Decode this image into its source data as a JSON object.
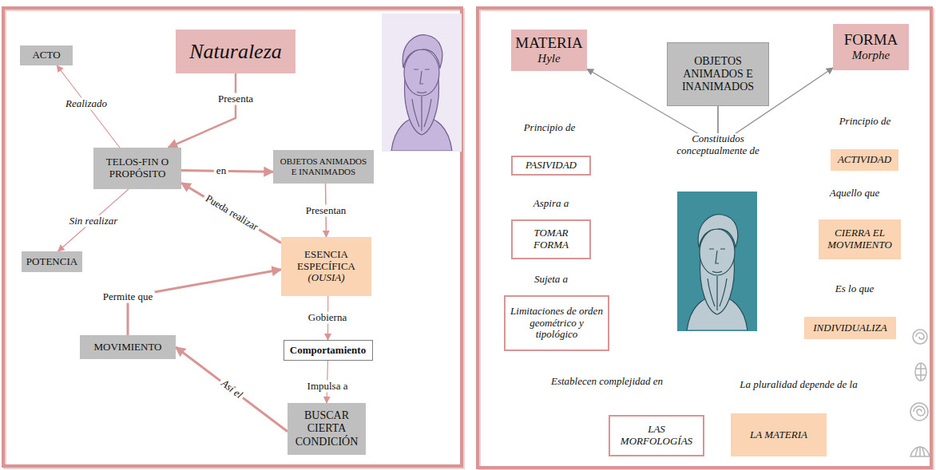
{
  "diagram": {
    "nodes": [
      {
        "text": [
          "Naturaleza"
        ]
      },
      {
        "text": [
          "ACTO"
        ]
      },
      {
        "text": [
          "TELOS-FIN O PROPÓSITO"
        ]
      },
      {
        "text": [
          "OBJETOS ANIMADOS E INANIMADOS"
        ]
      },
      {
        "text": [
          "ESENCIA ESPECÍFICA",
          "(OUSIA)"
        ]
      },
      {
        "text": [
          "POTENCIA"
        ]
      },
      {
        "text": [
          "Comportamiento"
        ]
      },
      {
        "text": [
          "MOVIMIENTO"
        ]
      },
      {
        "text": [
          "BUSCAR CIERTA CONDICIÓN"
        ]
      },
      {
        "text": [
          "MATERIA",
          "Hyle"
        ]
      },
      {
        "text": [
          "OBJETOS ANIMADOS E INANIMADOS"
        ]
      },
      {
        "text": [
          "FORMA",
          "Morphe"
        ]
      },
      {
        "text": [
          "PASIVIDAD"
        ]
      },
      {
        "text": [
          "TOMAR FORMA"
        ]
      },
      {
        "text": [
          "Limitaciones de orden geométrico y tipológico"
        ]
      },
      {
        "text": [
          "LAS MORFOLOGÍAS"
        ]
      },
      {
        "text": [
          "ACTIVIDAD"
        ]
      },
      {
        "text": [
          "CIERRA EL MOVIMIENTO"
        ]
      },
      {
        "text": [
          "INDIVIDUALIZA"
        ]
      },
      {
        "text": [
          "LA MATERIA"
        ]
      }
    ],
    "edges": [
      {
        "from": 0,
        "to": 2,
        "label": "Presenta",
        "arrow": "to"
      },
      {
        "from": 2,
        "to": 1,
        "label": "Realizado",
        "arrow": "to"
      },
      {
        "from": 2,
        "to": 5,
        "label": "Sin realizar",
        "arrow": "to"
      },
      {
        "from": 2,
        "to": 3,
        "label": "en",
        "arrow": "to"
      },
      {
        "from": 3,
        "to": 4,
        "label": "Presentan",
        "arrow": "to"
      },
      {
        "from": 4,
        "to": 2,
        "label": "Pueda realizar",
        "arrow": "to"
      },
      {
        "from": 4,
        "to": 6,
        "label": "Gobierna",
        "arrow": "to"
      },
      {
        "from": 6,
        "to": 8,
        "label": "Impulsa a",
        "arrow": "to"
      },
      {
        "from": 8,
        "to": 7,
        "label": "Así el",
        "arrow": "to"
      },
      {
        "from": 7,
        "to": 4,
        "label": "Permite que",
        "arrow": "to"
      },
      {
        "from": 10,
        "to": 9,
        "label": "Constituidos conceptualmente de",
        "arrow": "to"
      },
      {
        "from": 10,
        "to": 11,
        "arrow": "to"
      }
    ],
    "labels": [
      "Principio de",
      "Aspira a",
      "Sujeta a",
      "Establecen complejidad en",
      "Principio de",
      "Aquello que",
      "Es lo que",
      "La pluralidad depende de la"
    ]
  }
}
